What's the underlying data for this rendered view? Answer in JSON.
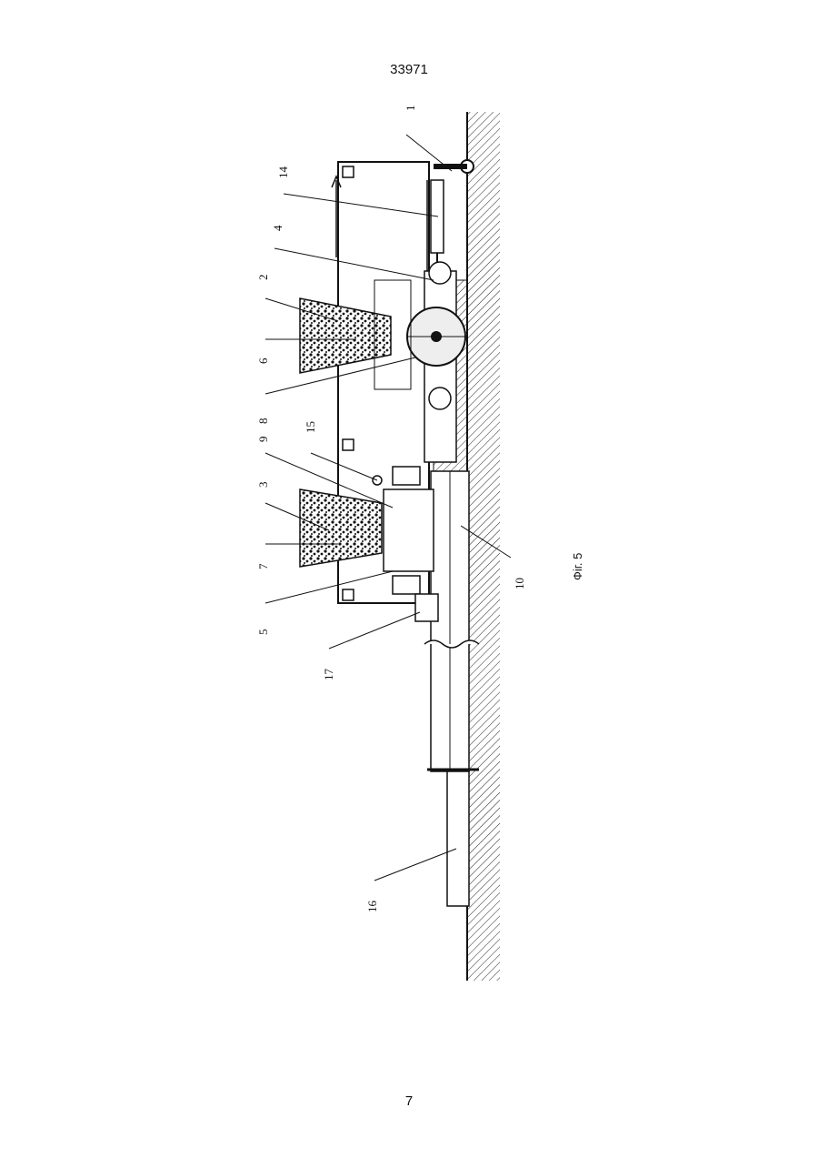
{
  "page": {
    "header_number": "33971",
    "page_number": "7"
  },
  "figure": {
    "caption": "Фіг. 5",
    "labels": [
      "1",
      "14",
      "4",
      "2",
      "6",
      "8",
      "15",
      "9",
      "3",
      "7",
      "5",
      "17",
      "10",
      "16"
    ]
  }
}
